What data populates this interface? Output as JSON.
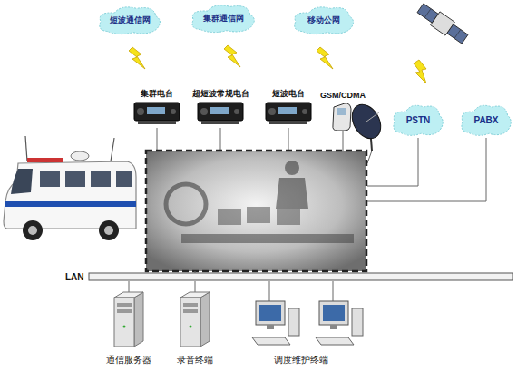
{
  "diagram": {
    "nodes": [
      {
        "text": [
          "短波通信网"
        ]
      },
      {
        "text": [
          "集群通信网"
        ]
      },
      {
        "text": [
          "移动公网"
        ]
      },
      {
        "text": [
          "集群电台"
        ]
      },
      {
        "text": [
          "超短波常规电台"
        ]
      },
      {
        "text": [
          "短波电台"
        ]
      },
      {
        "text": [
          "GSM/CDMA"
        ]
      },
      {
        "text": [
          "PSTN"
        ]
      },
      {
        "text": [
          "PABX"
        ]
      },
      {
        "text": [
          "LAN"
        ]
      },
      {
        "text": [
          "通信服务器"
        ]
      },
      {
        "text": [
          "录音终端"
        ]
      },
      {
        "text": [
          "调度维护终端"
        ]
      }
    ],
    "edges": [
      {
        "from": 9,
        "to": 10,
        "arrow": "none"
      },
      {
        "from": 9,
        "to": 11,
        "arrow": "none"
      },
      {
        "from": 9,
        "to": 12,
        "arrow": "none"
      }
    ]
  }
}
